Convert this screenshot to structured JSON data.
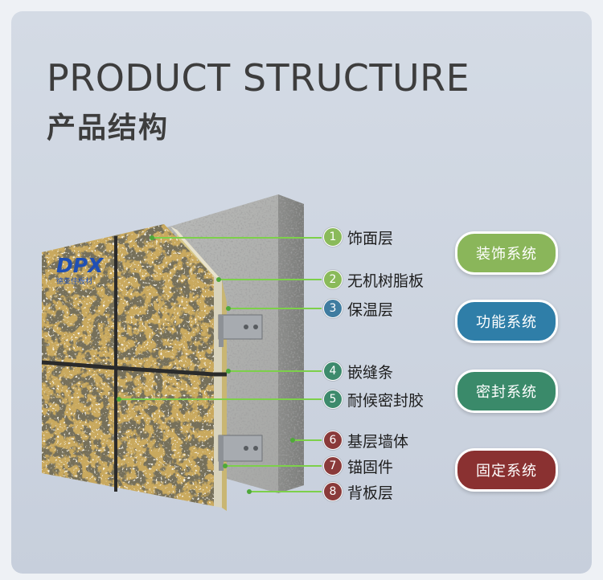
{
  "title_en": "PRODUCT STRUCTURE",
  "title_cn": "产品结构",
  "logo_text": "DPX",
  "logo_sub": "德亚佳板材",
  "layers": [
    {
      "num": "1",
      "label": "饰面层",
      "color": "#8aba5a"
    },
    {
      "num": "2",
      "label": "无机树脂板",
      "color": "#8aba5a"
    },
    {
      "num": "3",
      "label": "保温层",
      "color": "#3f7ca0"
    },
    {
      "num": "4",
      "label": "嵌缝条",
      "color": "#3d8a6c"
    },
    {
      "num": "5",
      "label": "耐候密封胶",
      "color": "#3d8a6c"
    },
    {
      "num": "6",
      "label": "基层墙体",
      "color": "#8a3a3a"
    },
    {
      "num": "7",
      "label": "锚固件",
      "color": "#8a3a3a"
    },
    {
      "num": "8",
      "label": "背板层",
      "color": "#8a3a3a"
    }
  ],
  "systems": [
    {
      "label": "装饰系统",
      "color": "#8ab65a"
    },
    {
      "label": "功能系统",
      "color": "#2f7ea8"
    },
    {
      "label": "密封系统",
      "color": "#3a8a6a"
    },
    {
      "label": "固定系统",
      "color": "#8a3131"
    }
  ]
}
